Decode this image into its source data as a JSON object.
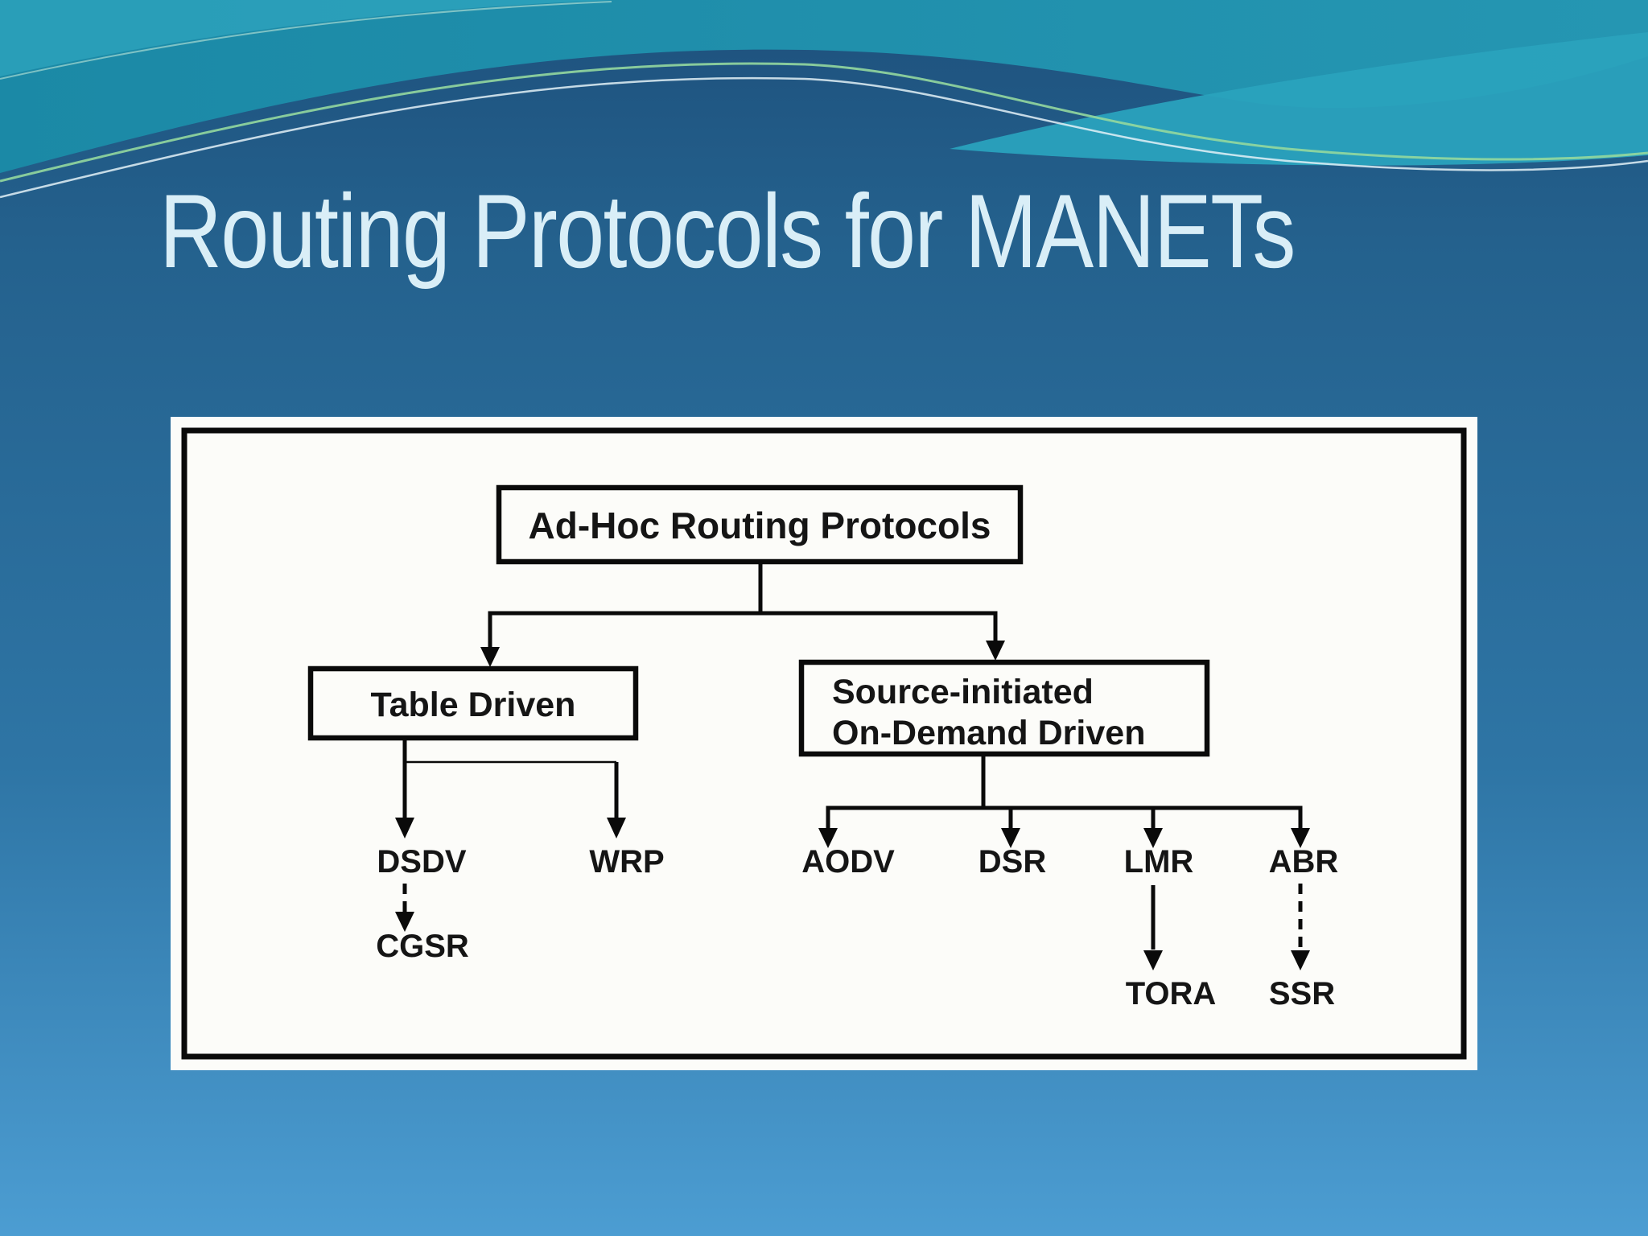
{
  "slide": {
    "title": "Routing Protocols for MANETs"
  },
  "diagram": {
    "nodes": {
      "root": "Ad-Hoc Routing Protocols",
      "table_driven": "Table Driven",
      "on_demand_line1": "Source-initiated",
      "on_demand_line2": "On-Demand Driven",
      "dsdv": "DSDV",
      "wrp": "WRP",
      "cgsr": "CGSR",
      "aodv": "AODV",
      "dsr": "DSR",
      "lmr": "LMR",
      "abr": "ABR",
      "tora": "TORA",
      "ssr": "SSR"
    },
    "edges": [
      "root -> table_driven",
      "root -> on_demand",
      "table_driven -> dsdv",
      "table_driven -> wrp",
      "dsdv -> cgsr (dashed)",
      "on_demand -> aodv",
      "on_demand -> dsr",
      "on_demand -> lmr",
      "on_demand -> abr",
      "lmr -> tora",
      "abr -> ssr (dashed)"
    ]
  },
  "colors": {
    "title_text": "#d9eef7",
    "slide_body_top": "#24618d",
    "slide_body_bottom": "#4c9dd2",
    "top_band_teal": "#1b89a6",
    "wave_dark_navy": "#1f5480",
    "accent_green_line": "#93d89f",
    "accent_white_line": "#e3f1f7",
    "panel_background": "#fcfcf9",
    "diagram_line": "#0a0a0a"
  }
}
